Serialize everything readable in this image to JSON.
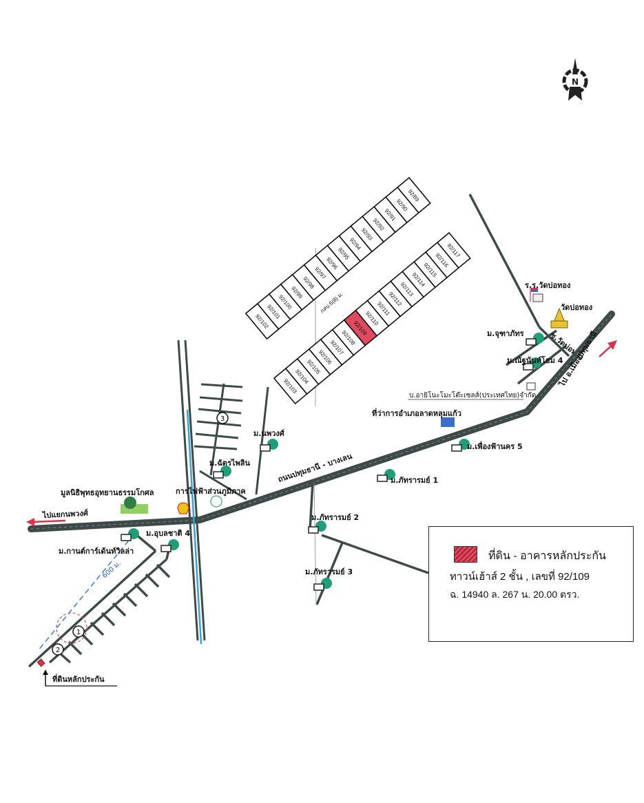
{
  "compass": {
    "label": "N"
  },
  "roads": {
    "main_road": "ถนนปทุมธานี - บางเลน",
    "west_direction": "ไปแยกนพวงศ์",
    "east_direction": "ไป อ.เมืองปทุมธานี",
    "soi_label": "ซ.วัดบ่อทอง",
    "inner_road": "กสบ.6(8) ม.",
    "distance": "600 ม."
  },
  "lots": {
    "row_a": [
      "92/89",
      "92/90",
      "92/91",
      "92/92",
      "92/93",
      "92/94",
      "92/95",
      "92/96",
      "92/97",
      "92/98",
      "92/99",
      "92/100",
      "92/101",
      "92/102"
    ],
    "row_b": [
      "92/117",
      "92/116",
      "92/115",
      "92/114",
      "92/113",
      "92/112",
      "92/111",
      "92/110",
      "92/109",
      "92/108",
      "92/107",
      "92/106",
      "92/105",
      "92/104",
      "92/103"
    ],
    "highlighted": "92/109"
  },
  "landmarks": {
    "school": "ร.ร.วัดบ่อทอง",
    "temple": "วัดบ่อทอง",
    "v_chutaphat": "ม.จุฑาภัทร",
    "v_natchanan": "ม.ณัฐนันท์โฮม 4",
    "company": "บ.อายิโนะโมะโต๊ะเซลส์(ประเทศไทย)จำกัด",
    "district_office": "ที่ว่าการอำเภอลาดหลุมแก้ว",
    "v_phuengfa": "ม.เพื่องฟ้านคร 5",
    "v_phattharom1": "ม.ภัทรารมย์ 1",
    "v_phattharom2": "ม.ภัทรารมย์ 2",
    "v_phattharom3": "ม.ภัทรารมย์ 3",
    "v_nopphawong": "ม.นพวงศ์",
    "v_chattraiphon": "ม.ฉัตรไพลิน",
    "electricity": "การไฟฟ้าส่วนภูมิภาค",
    "foundation": "มูลนิธิพุทธอุทยานธรรมโกศล",
    "v_ubonchat": "ม.อุบลชาติ 4",
    "v_kankan": "ม.กานต์การ์เด้นท์วิลล่า",
    "collateral_land": "ที่ดินหลักประกัน"
  },
  "markers": [
    "1",
    "2",
    "3"
  ],
  "legend": {
    "title": "ที่ดิน - อาคารหลักประกัน",
    "line2": "ทาวน์เฮ้าส์ 2 ชั้น , เลขที่  92/109",
    "line3": "ฉ. 14940   ล. 267     น. 20.00 ตรว.",
    "swatch_color": "#d8364e"
  },
  "colors": {
    "road": "#3d4a48",
    "canal": "#3aa0d8",
    "highlight": "#e04a5e",
    "arrow": "#e0314a",
    "tree": "#1f9e7a"
  }
}
